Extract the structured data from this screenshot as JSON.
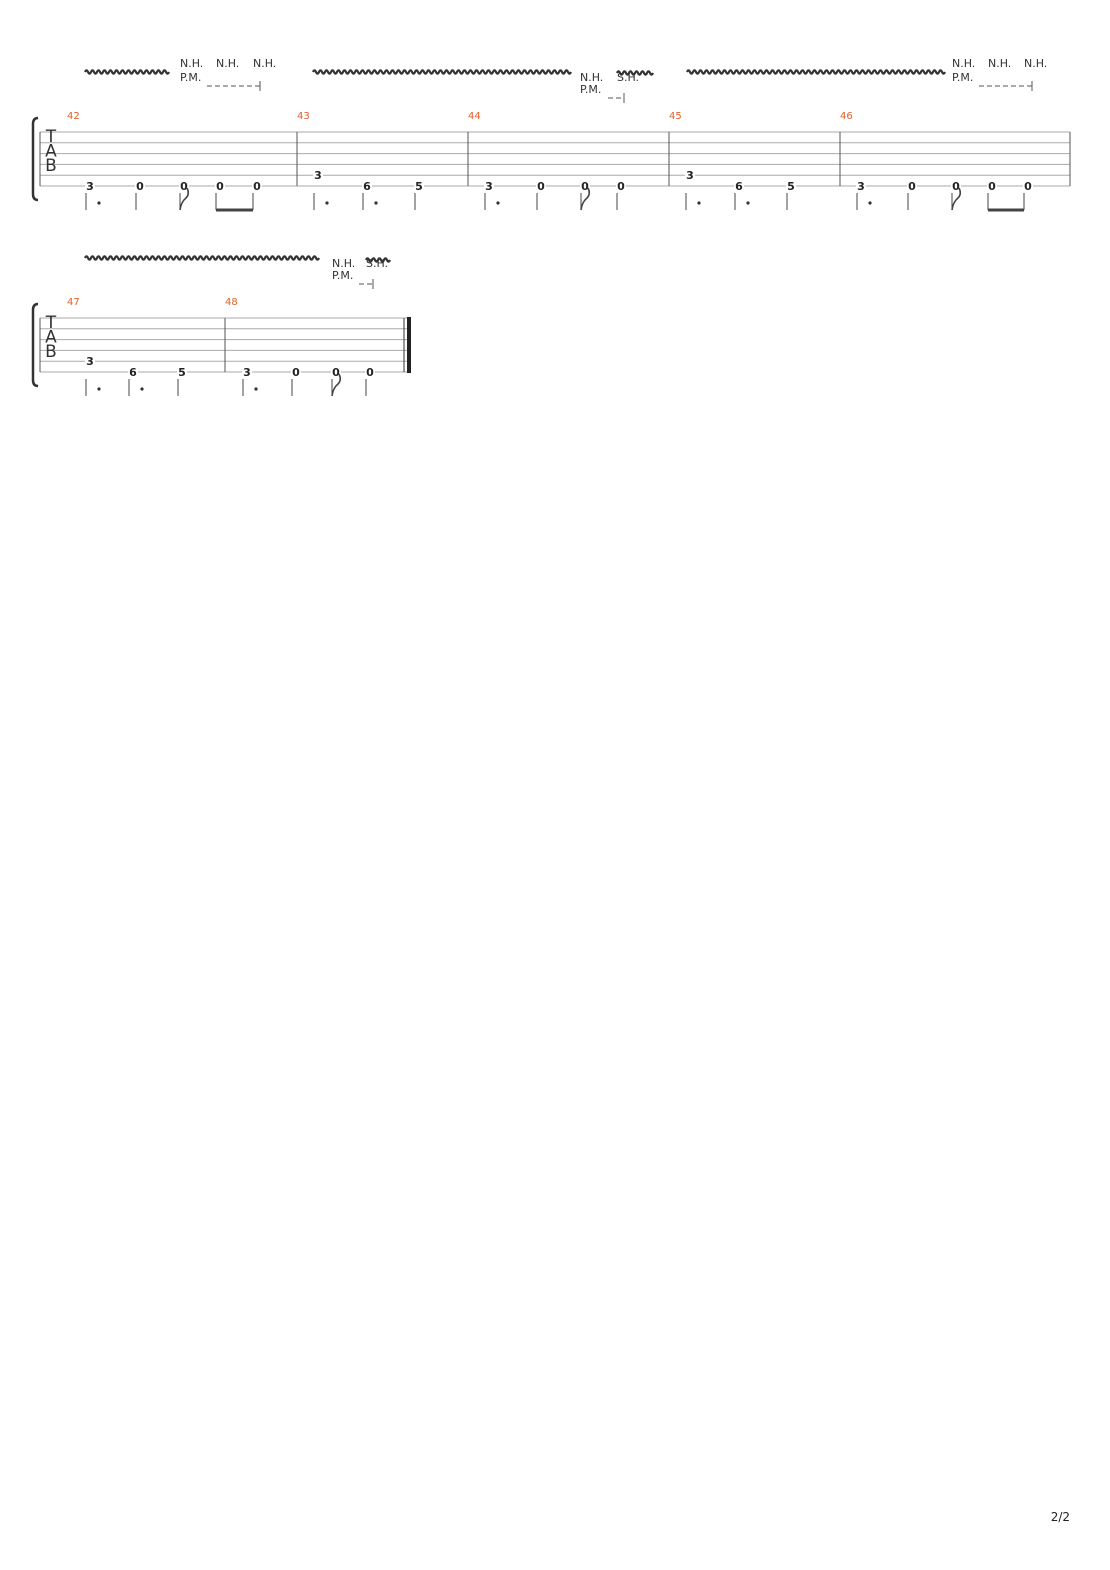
{
  "page_number": "2/2",
  "tab_clef": [
    "T",
    "A",
    "B"
  ],
  "systems": [
    {
      "measures": [
        {
          "number": "42",
          "notes": [
            {
              "fret": "3",
              "string": 6,
              "dur": "dotted-half"
            },
            {
              "fret": "0",
              "string": 6,
              "dur": "quarter"
            },
            {
              "fret": "0",
              "string": 6,
              "dur": "eighth-flag"
            },
            {
              "fret": "0",
              "string": 6,
              "dur": "beam"
            },
            {
              "fret": "0",
              "string": 6,
              "dur": "beam"
            }
          ]
        },
        {
          "number": "43",
          "notes": [
            {
              "fret": "3",
              "string": 5,
              "dur": "dotted-half"
            },
            {
              "fret": "6",
              "string": 6,
              "dur": "dotted-half"
            },
            {
              "fret": "5",
              "string": 6,
              "dur": "quarter"
            }
          ]
        },
        {
          "number": "44",
          "notes": [
            {
              "fret": "3",
              "string": 6,
              "dur": "dotted-half"
            },
            {
              "fret": "0",
              "string": 6,
              "dur": "quarter"
            },
            {
              "fret": "0",
              "string": 6,
              "dur": "eighth-flag"
            },
            {
              "fret": "0",
              "string": 6,
              "dur": "quarter"
            }
          ]
        },
        {
          "number": "45",
          "notes": [
            {
              "fret": "3",
              "string": 5,
              "dur": "dotted-half"
            },
            {
              "fret": "6",
              "string": 6,
              "dur": "dotted-half"
            },
            {
              "fret": "5",
              "string": 6,
              "dur": "quarter"
            }
          ]
        },
        {
          "number": "46",
          "notes": [
            {
              "fret": "3",
              "string": 6,
              "dur": "dotted-half"
            },
            {
              "fret": "0",
              "string": 6,
              "dur": "quarter"
            },
            {
              "fret": "0",
              "string": 6,
              "dur": "eighth-flag"
            },
            {
              "fret": "0",
              "string": 6,
              "dur": "beam"
            },
            {
              "fret": "0",
              "string": 6,
              "dur": "beam"
            }
          ]
        }
      ],
      "annotations": [
        {
          "kind": "vibrato"
        },
        {
          "kind": "label",
          "text": "N.H."
        },
        {
          "kind": "label",
          "text": "N.H."
        },
        {
          "kind": "label",
          "text": "N.H."
        },
        {
          "kind": "label",
          "text": "P.M."
        },
        {
          "kind": "vibrato"
        },
        {
          "kind": "label",
          "text": "N.H."
        },
        {
          "kind": "label",
          "text": "P.M."
        },
        {
          "kind": "label",
          "text": "S.H."
        },
        {
          "kind": "vibrato"
        },
        {
          "kind": "vibrato"
        },
        {
          "kind": "label",
          "text": "N.H."
        },
        {
          "kind": "label",
          "text": "N.H."
        },
        {
          "kind": "label",
          "text": "N.H."
        },
        {
          "kind": "label",
          "text": "P.M."
        }
      ]
    },
    {
      "measures": [
        {
          "number": "47",
          "notes": [
            {
              "fret": "3",
              "string": 5,
              "dur": "dotted-half"
            },
            {
              "fret": "6",
              "string": 6,
              "dur": "dotted-half"
            },
            {
              "fret": "5",
              "string": 6,
              "dur": "quarter"
            }
          ]
        },
        {
          "number": "48",
          "notes": [
            {
              "fret": "3",
              "string": 6,
              "dur": "dotted-half"
            },
            {
              "fret": "0",
              "string": 6,
              "dur": "quarter"
            },
            {
              "fret": "0",
              "string": 6,
              "dur": "eighth-flag"
            },
            {
              "fret": "0",
              "string": 6,
              "dur": "quarter"
            }
          ]
        }
      ],
      "annotations": [
        {
          "kind": "vibrato"
        },
        {
          "kind": "label",
          "text": "N.H."
        },
        {
          "kind": "label",
          "text": "P.M."
        },
        {
          "kind": "label",
          "text": "S.H."
        },
        {
          "kind": "vibrato"
        }
      ]
    }
  ]
}
